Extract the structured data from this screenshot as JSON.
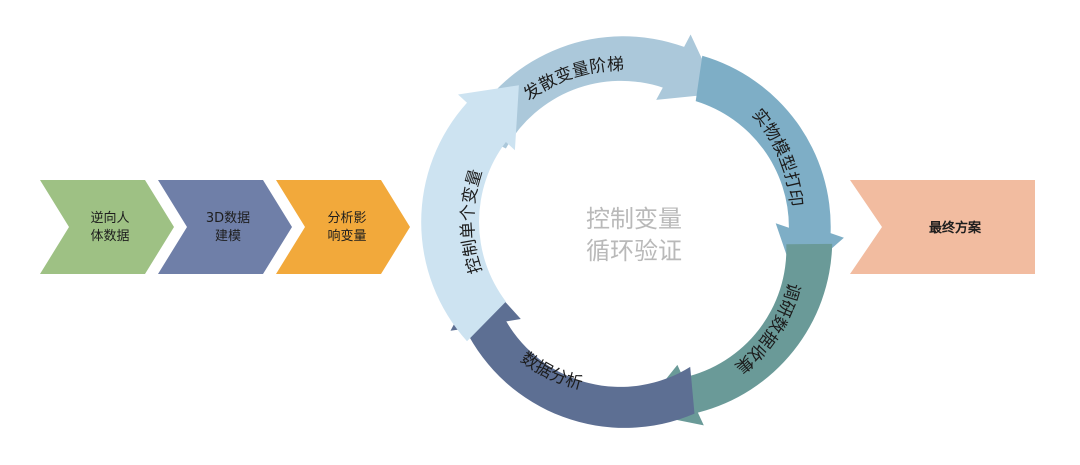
{
  "process_steps": [
    {
      "line1": "逆向人",
      "line2": "体数据",
      "color": "#9ec184"
    },
    {
      "line1": "3D数据",
      "line2": "建模",
      "color": "#6f7fa8"
    },
    {
      "line1": "分析影",
      "line2": "响变量",
      "color": "#f2a93b"
    }
  ],
  "cycle": {
    "center_line1": "控制变量",
    "center_line2": "循环验证",
    "steps": [
      {
        "label": "发散变量阶梯",
        "color": "#abc8da"
      },
      {
        "label": "实物模型打印",
        "color": "#7eaec6"
      },
      {
        "label": "调研数据收集",
        "color": "#6a9a98"
      },
      {
        "label": "数据分析",
        "color": "#5d6f93"
      },
      {
        "label": "控制单个变量",
        "color": "#cde3f1"
      }
    ]
  },
  "final": {
    "label": "最终方案",
    "color": "#f2bca0"
  }
}
